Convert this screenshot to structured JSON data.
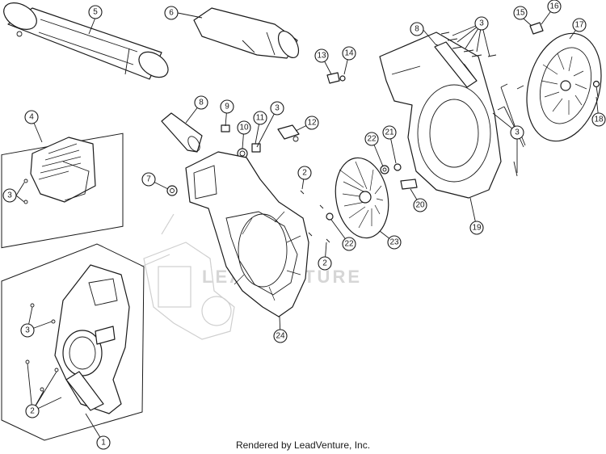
{
  "footer_credit": "Rendered by LeadVenture, Inc.",
  "watermark": "LEADVENTURE",
  "callouts": [
    "1",
    "2",
    "3",
    "4",
    "5",
    "6",
    "7",
    "8",
    "9",
    "10",
    "11",
    "12",
    "13",
    "14",
    "15",
    "16",
    "17",
    "18",
    "19",
    "20",
    "21",
    "22",
    "23",
    "24"
  ]
}
